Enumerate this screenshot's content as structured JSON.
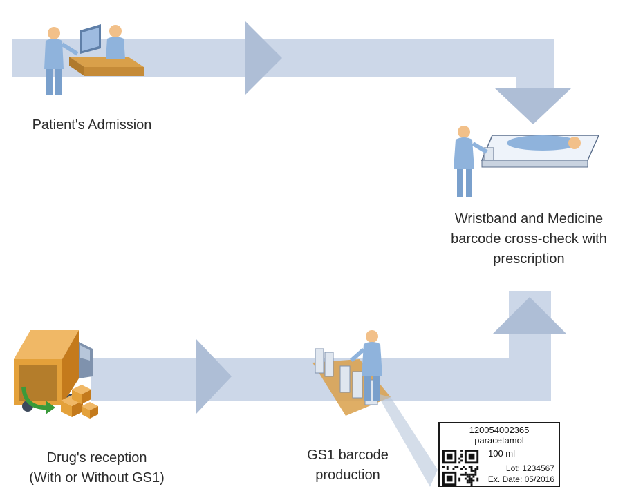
{
  "steps": {
    "admission": {
      "caption": "Patient's Admission"
    },
    "crosscheck": {
      "caption": "Wristband and Medicine\nbarcode cross-check with\nprescription"
    },
    "reception": {
      "caption": "Drug's reception\n(With or Without GS1)"
    },
    "production": {
      "caption": "GS1 barcode\nproduction"
    }
  },
  "barcode_label": {
    "code": "120054002365",
    "drug": "paracetamol",
    "volume": "100 ml",
    "lot": "Lot: 1234567",
    "expiry": "Ex. Date: 05/2016"
  },
  "colors": {
    "arrow_band": "#ccd7e8",
    "arrow_head": "#aebed6",
    "figure_body": "#8fb3dc",
    "figure_skin": "#f2c089",
    "desk": "#d9a04a",
    "truck_box": "#e4a13a",
    "green_arrow": "#3a9a3a"
  },
  "icons": [
    "admission-desk-icon",
    "patient-bed-icon",
    "delivery-truck-icon",
    "packaging-line-icon",
    "qr-code-icon"
  ]
}
